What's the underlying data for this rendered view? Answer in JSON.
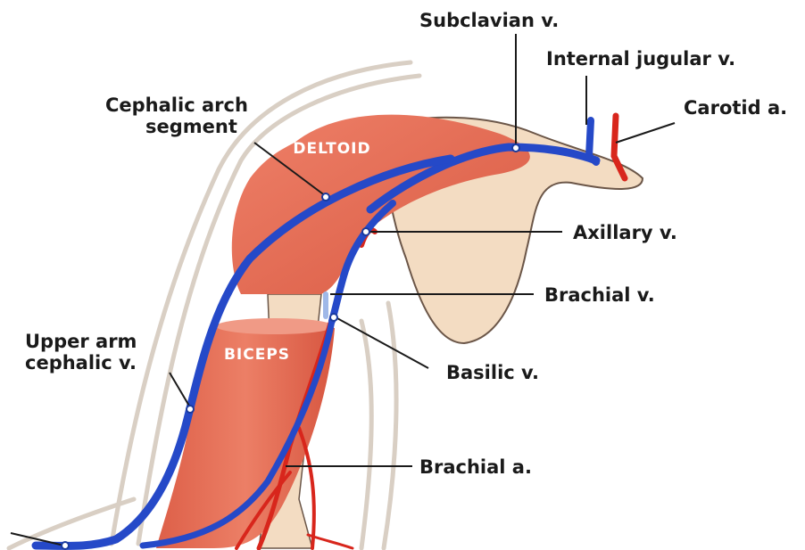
{
  "labels": {
    "subclavian": "Subclavian v.",
    "internal_jugular": "Internal jugular v.",
    "carotid": "Carotid a.",
    "cephalic_arch_1": "Cephalic arch",
    "cephalic_arch_2": "segment",
    "axillary": "Axillary v.",
    "brachial_v": "Brachial v.",
    "upper_arm_1": "Upper arm",
    "upper_arm_2": "cephalic v.",
    "basilic": "Basilic v.",
    "brachial_a": "Brachial a."
  },
  "muscles": {
    "deltoid": "DELTOID",
    "biceps": "BICEPS"
  },
  "colors": {
    "vein": "#2549c8",
    "artery": "#d8261c",
    "muscle": "#e56a52",
    "bone": "#f3dcc2",
    "skin_outline": "#d9cfc4"
  }
}
